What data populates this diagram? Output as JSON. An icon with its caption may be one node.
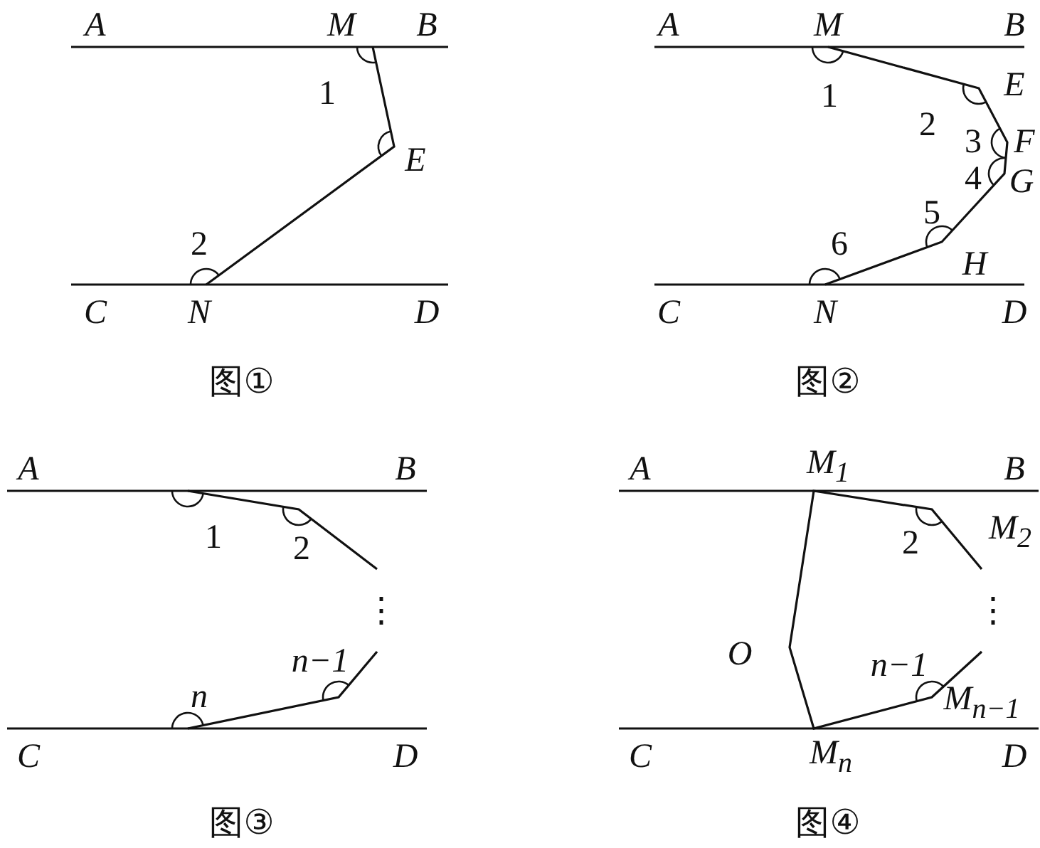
{
  "diagram": {
    "labels": [
      "A",
      "M",
      "B",
      "1",
      "E",
      "2",
      "C",
      "N",
      "D",
      "图①",
      "A",
      "M",
      "B",
      "1",
      "E",
      "2",
      "3",
      "F",
      "4",
      "G",
      "5",
      "6",
      "H",
      "C",
      "N",
      "D",
      "图②",
      "A",
      "B",
      "1",
      "2",
      "⋮",
      "n−1",
      "n",
      "C",
      "D",
      "图③",
      "A",
      "M$_{1}$",
      "B",
      "2",
      "M$_{2}$",
      "⋮",
      "O",
      "n−1",
      "M$_{n−1}$",
      "C",
      "M$_{n}$",
      "D",
      "图④"
    ]
  }
}
